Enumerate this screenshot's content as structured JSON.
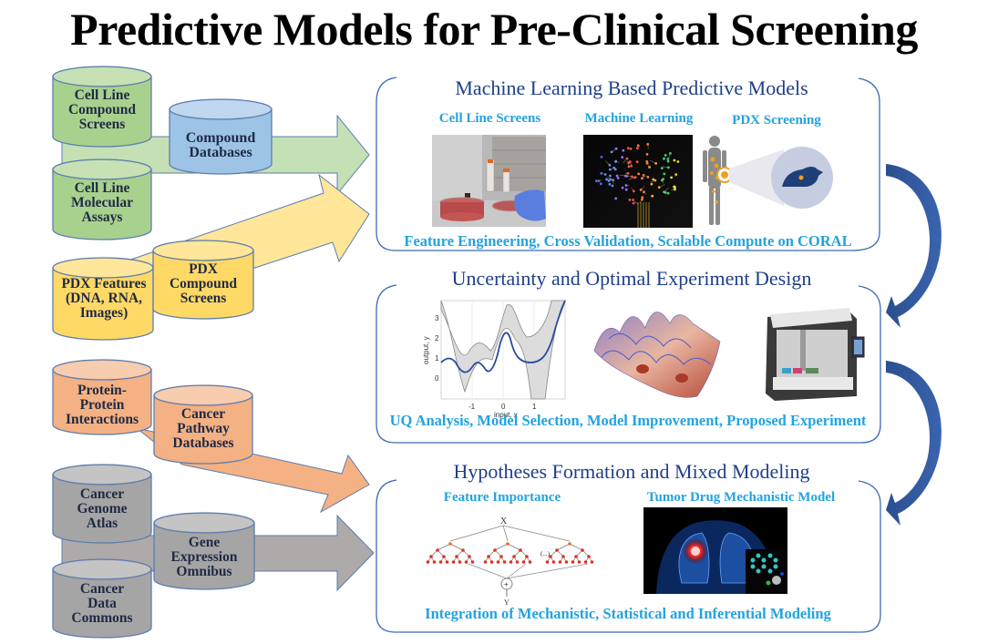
{
  "title": "Predictive Models for Pre-Clinical Screening",
  "colors": {
    "green_fill": "#a9d18e",
    "green_arrow": "#c5e0b4",
    "blue_fill": "#9dc3e6",
    "yellow_fill": "#ffd966",
    "yellow_arrow": "#ffe699",
    "orange_fill": "#f4b183",
    "gray_fill": "#a5a5a5",
    "outline": "#5b7db1",
    "box_border": "#2f5597",
    "box_title": "#1f3f8a",
    "sub_label": "#22a3df",
    "curved_arrow": "#2f5597"
  },
  "data_sources": {
    "green_group": {
      "cylinders": [
        {
          "label": "Cell Line Compound Screens",
          "lines": [
            "Cell Line",
            "Compound",
            "Screens"
          ]
        },
        {
          "label": "Cell Line Molecular Assays",
          "lines": [
            "Cell Line",
            "Molecular",
            "Assays"
          ]
        }
      ],
      "hub": {
        "label": "Compound Databases",
        "lines": [
          "Compound",
          "Databases"
        ]
      }
    },
    "yellow_group": {
      "cylinders": [
        {
          "label": "PDX Features (DNA, RNA, Images)",
          "lines": [
            "PDX Features",
            "(DNA, RNA,",
            "Images)"
          ]
        }
      ],
      "hub": {
        "label": "PDX Compound Screens",
        "lines": [
          "PDX",
          "Compound",
          "Screens"
        ]
      }
    },
    "orange_group": {
      "cylinders": [
        {
          "label": "Protein-Protein Interactions",
          "lines": [
            "Protein-",
            "Protein",
            "Interactions"
          ]
        }
      ],
      "hub": {
        "label": "Cancer Pathway Databases",
        "lines": [
          "Cancer",
          "Pathway",
          "Databases"
        ]
      }
    },
    "gray_group": {
      "cylinders": [
        {
          "label": "Cancer Genome Atlas",
          "lines": [
            "Cancer",
            "Genome",
            "Atlas"
          ]
        },
        {
          "label": "Cancer Data Commons",
          "lines": [
            "Cancer",
            "Data",
            "Commons"
          ]
        }
      ],
      "hub": {
        "label": "Gene Expression Omnibus",
        "lines": [
          "Gene",
          "Expression",
          "Omnibus"
        ]
      }
    }
  },
  "stages": [
    {
      "title": "Machine Learning Based Predictive Models",
      "panels": [
        {
          "label": "Cell Line Screens",
          "image": "cell-culture-photo"
        },
        {
          "label": "Machine Learning",
          "image": "circuit-brain-image"
        },
        {
          "label": "PDX Screening",
          "image": "human-to-mouse-image"
        }
      ],
      "footer": "Feature Engineering, Cross Validation, Scalable Compute on CORAL"
    },
    {
      "title": "Uncertainty and Optimal Experiment Design",
      "panels": [
        {
          "label": "",
          "image": "gp-regression-plot"
        },
        {
          "label": "",
          "image": "3d-surface-plot"
        },
        {
          "label": "",
          "image": "lab-robot-image"
        }
      ],
      "footer": "UQ Analysis, Model Selection, Model Improvement, Proposed Experiment"
    },
    {
      "title": "Hypotheses Formation and Mixed Modeling",
      "panels": [
        {
          "label": "Feature Importance",
          "image": "random-forest-diagram"
        },
        {
          "label": "Tumor Drug Mechanistic Model",
          "image": "lung-tumor-molecule-image"
        }
      ],
      "footer": "Integration of Mechanistic, Statistical and Inferential Modeling"
    }
  ],
  "gp_plot": {
    "xlabel": "input, x",
    "ylabel": "output, y",
    "xticks": [
      "-1",
      "0",
      "1"
    ],
    "yticks": [
      "0",
      "1",
      "2",
      "3"
    ]
  },
  "forest": {
    "root": "X",
    "ellipsis": "(...)",
    "combine": "+",
    "output": "Y"
  }
}
